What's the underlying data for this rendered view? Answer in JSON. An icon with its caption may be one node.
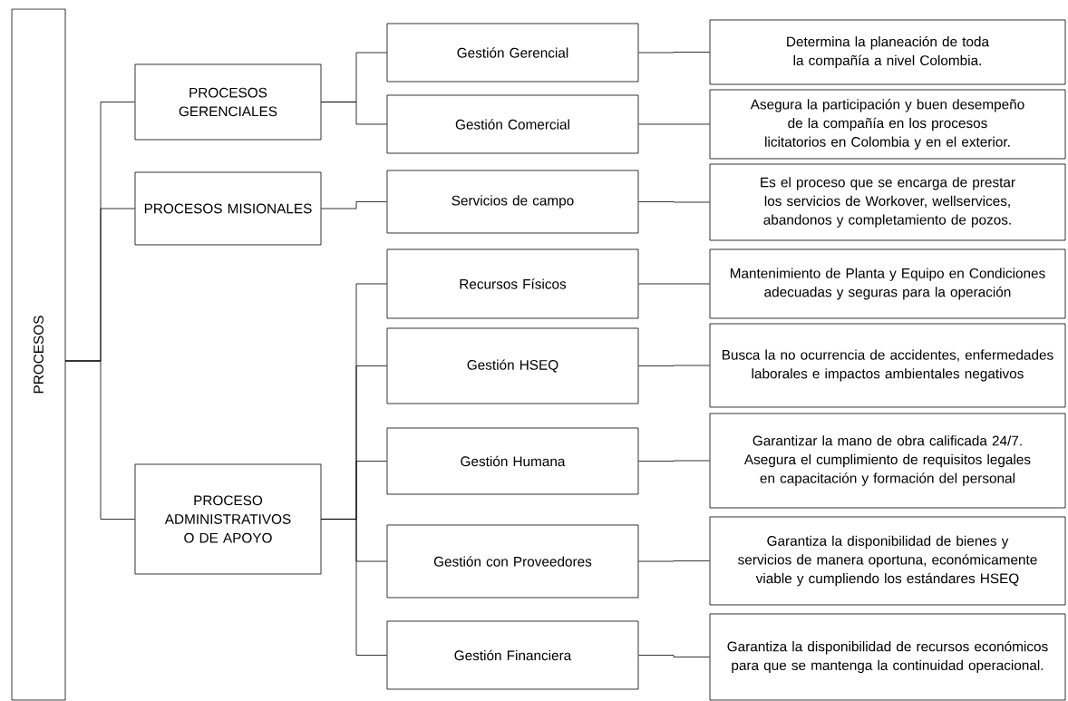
{
  "diagram": {
    "nodes": [
      {
        "text": [
          "PROCESOS"
        ]
      },
      {
        "text": [
          "PROCESOS GERENCIALES"
        ]
      },
      {
        "text": [
          "Gestión Gerencial"
        ]
      },
      {
        "text": [
          "Determina la planeación de toda la compañía a nivel Colombia."
        ]
      },
      {
        "text": [
          "Gestión Comercial"
        ]
      },
      {
        "text": [
          "Asegura la participación y buen desempeño de la compañía en los procesos licitatorios en Colombia y en el exterior."
        ]
      },
      {
        "text": [
          "PROCESOS MISIONALES"
        ]
      },
      {
        "text": [
          "Servicios de campo"
        ]
      },
      {
        "text": [
          "Es el proceso que se encarga de prestar los servicios de Workover, wellservices, abandonos y completamiento de pozos."
        ]
      },
      {
        "text": [
          "PROCESO ADMINISTRATIVOS O DE APOYO"
        ]
      },
      {
        "text": [
          "Recursos Físicos"
        ]
      },
      {
        "text": [
          "Mantenimiento de Planta y Equipo en Condiciones adecuadas y seguras para la operación"
        ]
      },
      {
        "text": [
          "Gestión HSEQ"
        ]
      },
      {
        "text": [
          "Busca la no ocurrencia de accidentes, enfermedades laborales e impactos ambientales negativos"
        ]
      },
      {
        "text": [
          "Gestión Humana"
        ]
      },
      {
        "text": [
          "Garantizar la mano de obra calificada 24/7. Asegura el cumplimiento de requisitos legales en capacitación y formación del personal"
        ]
      },
      {
        "text": [
          "Gestión con Proveedores"
        ]
      },
      {
        "text": [
          "Garantiza la disponibilidad de bienes y servicios de manera oportuna, económicamente viable y cumpliendo los estándares HSEQ"
        ]
      },
      {
        "text": [
          "Gestión Financiera"
        ]
      },
      {
        "text": [
          "Garantiza la disponibilidad de recursos económicos para que se mantenga la continuidad operacional."
        ]
      }
    ],
    "edges": [
      {
        "from": 0,
        "to": 1,
        "arrow": "none"
      },
      {
        "from": 0,
        "to": 6,
        "arrow": "none"
      },
      {
        "from": 0,
        "to": 9,
        "arrow": "none"
      },
      {
        "from": 1,
        "to": 2,
        "arrow": "none"
      },
      {
        "from": 1,
        "to": 4,
        "arrow": "none"
      },
      {
        "from": 2,
        "to": 3,
        "arrow": "none"
      },
      {
        "from": 4,
        "to": 5,
        "arrow": "none"
      },
      {
        "from": 6,
        "to": 7,
        "arrow": "none"
      },
      {
        "from": 7,
        "to": 8,
        "arrow": "none"
      },
      {
        "from": 9,
        "to": 10,
        "arrow": "none"
      },
      {
        "from": 9,
        "to": 12,
        "arrow": "none"
      },
      {
        "from": 9,
        "to": 14,
        "arrow": "none"
      },
      {
        "from": 9,
        "to": 16,
        "arrow": "none"
      },
      {
        "from": 9,
        "to": 18,
        "arrow": "none"
      },
      {
        "from": 10,
        "to": 11,
        "arrow": "none"
      },
      {
        "from": 12,
        "to": 13,
        "arrow": "none"
      },
      {
        "from": 14,
        "to": 15,
        "arrow": "none"
      },
      {
        "from": 16,
        "to": 17,
        "arrow": "none"
      },
      {
        "from": 18,
        "to": 19,
        "arrow": "none"
      }
    ]
  }
}
